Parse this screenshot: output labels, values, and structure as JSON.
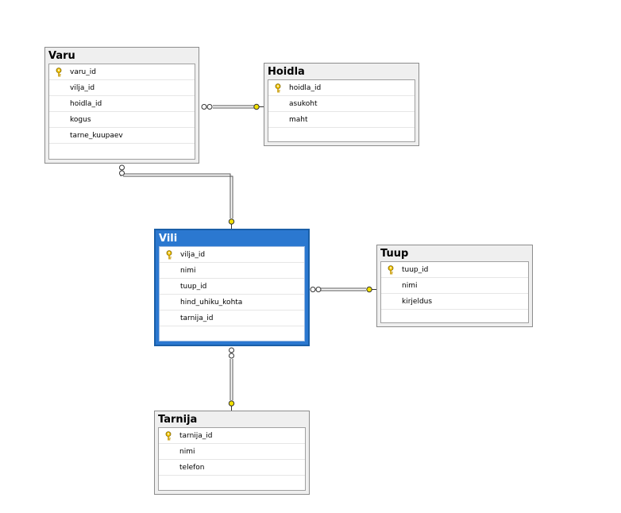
{
  "tables": {
    "varu": {
      "name": "Varu",
      "columns": [
        "varu_id",
        "vilja_id",
        "hoidla_id",
        "kogus",
        "tarne_kuupaev"
      ],
      "pk": 0
    },
    "hoidla": {
      "name": "Hoidla",
      "columns": [
        "hoidla_id",
        "asukoht",
        "maht"
      ],
      "pk": 0
    },
    "vili": {
      "name": "Vili",
      "columns": [
        "vilja_id",
        "nimi",
        "tuup_id",
        "hind_uhiku_kohta",
        "tarnija_id"
      ],
      "pk": 0,
      "selected": true
    },
    "tuup": {
      "name": "Tuup",
      "columns": [
        "tuup_id",
        "nimi",
        "kirjeldus"
      ],
      "pk": 0
    },
    "tarnija": {
      "name": "Tarnija",
      "columns": [
        "tarnija_id",
        "nimi",
        "telefon"
      ],
      "pk": 0
    }
  },
  "relationships": [
    {
      "from": "varu",
      "to": "hoidla",
      "from_end": "many",
      "to_end": "one"
    },
    {
      "from": "varu",
      "to": "vili",
      "from_end": "many",
      "to_end": "one"
    },
    {
      "from": "vili",
      "to": "tuup",
      "from_end": "many",
      "to_end": "one"
    },
    {
      "from": "vili",
      "to": "tarnija",
      "from_end": "many",
      "to_end": "one"
    }
  ],
  "colors": {
    "selected_header": "#2b78d0",
    "key_icon": "#f2c500",
    "connector": "#555555"
  }
}
